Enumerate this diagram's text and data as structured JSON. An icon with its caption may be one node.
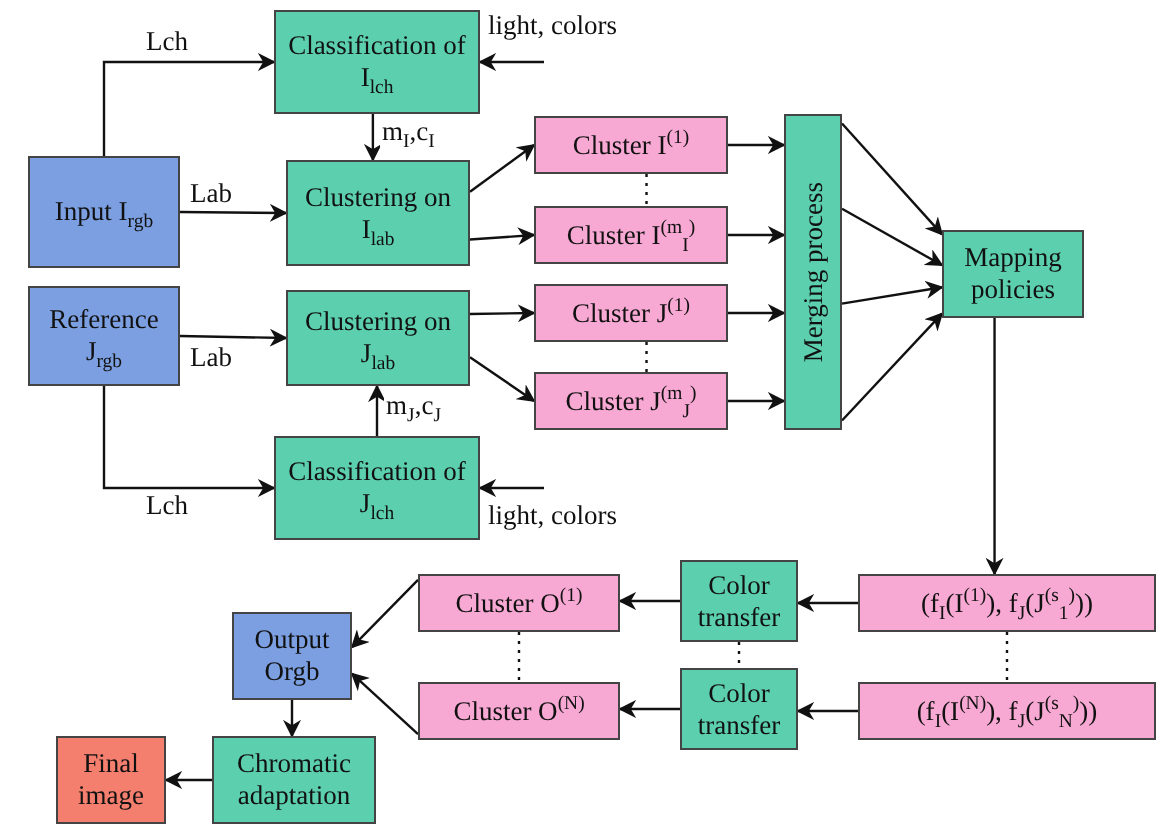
{
  "diagram": {
    "nodes": [
      {
        "text": [
          "Input I$_{rgb}$"
        ]
      },
      {
        "text": [
          "Classification of I$_{lch}$"
        ]
      },
      {
        "text": [
          "Clustering on I$_{lab}$"
        ]
      },
      {
        "text": [
          "Cluster I$^{(1)}$"
        ]
      },
      {
        "text": [
          "Cluster I$^{(m}$$_{I}$$^{)}$"
        ]
      },
      {
        "text": [
          "Reference J$_{rgb}$"
        ]
      },
      {
        "text": [
          "Clustering on J$_{lab}$"
        ]
      },
      {
        "text": [
          "Cluster J$^{(1)}$"
        ]
      },
      {
        "text": [
          "Cluster J$^{(m}$$_{J}$$^{)}$"
        ]
      },
      {
        "text": [
          "Classification of J$_{lch}$"
        ]
      },
      {
        "text": [
          "Merging process"
        ]
      },
      {
        "text": [
          "Mapping policies"
        ]
      },
      {
        "text": [
          "(f$_{I}$(I$^{(1)}$), f$_{J}$(J$^{(s}$$_{1}$$^{)}$))"
        ]
      },
      {
        "text": [
          "(f$_{I}$(I$^{(N)}$), f$_{J}$(J$^{(s}$$_{N}$$^{)}$))"
        ]
      },
      {
        "text": [
          "Color transfer"
        ]
      },
      {
        "text": [
          "Color transfer"
        ]
      },
      {
        "text": [
          "Cluster O$^{(1)}$"
        ]
      },
      {
        "text": [
          "Cluster O$^{(N)}$"
        ]
      },
      {
        "text": [
          "Output Orgb"
        ]
      },
      {
        "text": [
          "Chromatic adaptation"
        ]
      },
      {
        "text": [
          "Final image"
        ]
      }
    ],
    "edges": [
      {
        "from": 0,
        "to": 1,
        "arrow": "to",
        "label": "Lch"
      },
      {
        "from": 0,
        "to": 2,
        "arrow": "to",
        "label": "Lab"
      },
      {
        "from": null,
        "to": 1,
        "arrow": "to",
        "label": "light, colors"
      },
      {
        "from": 1,
        "to": 2,
        "arrow": "to",
        "label": "m$_{I}$,c$_{I}$"
      },
      {
        "from": 2,
        "to": 3,
        "arrow": "to"
      },
      {
        "from": 2,
        "to": 4,
        "arrow": "to"
      },
      {
        "from": 3,
        "to": 10,
        "arrow": "to"
      },
      {
        "from": 4,
        "to": 10,
        "arrow": "to"
      },
      {
        "from": 7,
        "to": 10,
        "arrow": "to"
      },
      {
        "from": 8,
        "to": 10,
        "arrow": "to"
      },
      {
        "from": 10,
        "to": 11,
        "arrow": "to"
      },
      {
        "from": 10,
        "to": 11,
        "arrow": "to"
      },
      {
        "from": 10,
        "to": 11,
        "arrow": "to"
      },
      {
        "from": 10,
        "to": 11,
        "arrow": "to"
      },
      {
        "from": 5,
        "to": 6,
        "arrow": "to",
        "label": "Lab"
      },
      {
        "from": 5,
        "to": 9,
        "arrow": "to",
        "label": "Lch"
      },
      {
        "from": null,
        "to": 9,
        "arrow": "to",
        "label": "light, colors"
      },
      {
        "from": 9,
        "to": 6,
        "arrow": "to",
        "label": "m$_{J}$,c$_{J}$"
      },
      {
        "from": 6,
        "to": 7,
        "arrow": "to"
      },
      {
        "from": 6,
        "to": 8,
        "arrow": "to"
      },
      {
        "from": 11,
        "to": 12,
        "arrow": "to"
      },
      {
        "from": 12,
        "to": 14,
        "arrow": "to"
      },
      {
        "from": 13,
        "to": 15,
        "arrow": "to"
      },
      {
        "from": 14,
        "to": 16,
        "arrow": "to"
      },
      {
        "from": 15,
        "to": 17,
        "arrow": "to"
      },
      {
        "from": 16,
        "to": 18,
        "arrow": "to"
      },
      {
        "from": 17,
        "to": 18,
        "arrow": "to"
      },
      {
        "from": 18,
        "to": 19,
        "arrow": "to"
      },
      {
        "from": 19,
        "to": 20,
        "arrow": "to"
      },
      {
        "from": 3,
        "to": 4,
        "arrow": "none",
        "style": "dashed"
      },
      {
        "from": 7,
        "to": 8,
        "arrow": "none",
        "style": "dashed"
      },
      {
        "from": 12,
        "to": 13,
        "arrow": "none",
        "style": "dashed"
      },
      {
        "from": 14,
        "to": 15,
        "arrow": "none",
        "style": "dashed"
      },
      {
        "from": 16,
        "to": 17,
        "arrow": "none",
        "style": "dashed"
      }
    ]
  }
}
